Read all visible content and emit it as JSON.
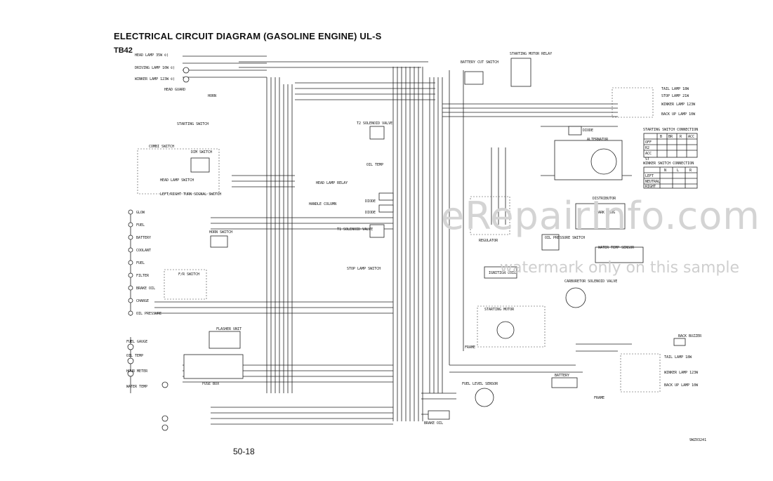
{
  "header": {
    "title": "ELECTRICAL CIRCUIT DIAGRAM (GASOLINE ENGINE) UL-S",
    "subtitle": "TB42"
  },
  "footer": {
    "page": "50-18",
    "doc_id": "9WZ03241"
  },
  "watermark": {
    "brand": "eRepairInfo.com",
    "note": "watermark only on this sample"
  },
  "left_components": [
    {
      "label": "HEAD LAMP 35W ©)"
    },
    {
      "label": "DRIVING LAMP 10W ©)"
    },
    {
      "label": "WINKER LAMP 123W ©)"
    },
    {
      "label": "HEAD GUARD"
    },
    {
      "label": "HORN"
    },
    {
      "label": "STARTING SWITCH"
    },
    {
      "label": "COMBI SWITCH"
    },
    {
      "label": "DIM SWITCH"
    },
    {
      "label": "HEAD LAMP SWITCH"
    },
    {
      "label": "LEFT/RIGHT TURN SIGNAL SWITCH"
    },
    {
      "label": "HEAD LAMP RELAY"
    },
    {
      "label": "HANDLE COLUMN"
    },
    {
      "label": "FLASHER UNIT"
    },
    {
      "label": "FUSE BOX"
    },
    {
      "label": "FUEL GAUGE"
    },
    {
      "label": "OIL TEMP"
    },
    {
      "label": "HOUR METER"
    },
    {
      "label": "WATER TEMP"
    }
  ],
  "indicators": [
    {
      "label": "GLOW"
    },
    {
      "label": "FUEL"
    },
    {
      "label": "BATTERY"
    },
    {
      "label": "COOLANT"
    },
    {
      "label": "FUEL"
    },
    {
      "label": "FILTER"
    },
    {
      "label": "BRAKE OIL"
    },
    {
      "label": "CHARGE"
    },
    {
      "label": "OIL PRESSURE"
    }
  ],
  "center_components": [
    {
      "label": "T2 SOLENOID VALVE"
    },
    {
      "label": "OIL TEMP"
    },
    {
      "label": "DIODE"
    },
    {
      "label": "DIODE"
    },
    {
      "label": "T1 SOLENOID VALVE"
    },
    {
      "label": "HORN SWITCH"
    },
    {
      "label": "F/R SWITCH"
    },
    {
      "label": "STOP LAMP SWITCH"
    },
    {
      "label": "FUEL LEVEL SENSOR"
    },
    {
      "label": "BRAKE OIL"
    }
  ],
  "right_components": [
    {
      "label": "BATTERY CUT SWITCH"
    },
    {
      "label": "STARTING MOTOR RELAY"
    },
    {
      "label": "TAIL LAMP 18W"
    },
    {
      "label": "STOP LAMP 21W"
    },
    {
      "label": "WINKER LAMP 123W"
    },
    {
      "label": "BACK UP LAMP 10W"
    },
    {
      "label": "DIODE"
    },
    {
      "label": "ALTERNATOR"
    },
    {
      "label": "DISTRIBUTOR"
    },
    {
      "label": "SPARK PLUG"
    },
    {
      "label": "REGULATOR"
    },
    {
      "label": "OIL PRESSURE SWITCH"
    },
    {
      "label": "WATER TEMP SENSOR"
    },
    {
      "label": "IGNITION COIL"
    },
    {
      "label": "CARBURETOR SOLENOID VALVE"
    },
    {
      "label": "STARTING MOTOR"
    },
    {
      "label": "FRAME"
    },
    {
      "label": "BATTERY"
    },
    {
      "label": "FRAME"
    },
    {
      "label": "BACK BUZZER"
    },
    {
      "label": "TAIL LAMP 18W"
    },
    {
      "label": "WINKER LAMP 123W"
    },
    {
      "label": "BACK UP LAMP 10W"
    }
  ],
  "starting_switch_connection": {
    "title": "STARTING SWITCH CONNECTION",
    "columns": [
      "B",
      "BR",
      "R",
      "ACC"
    ],
    "rows": [
      "OFF",
      "R2",
      "ACC",
      "ST"
    ]
  },
  "winker_switch_connection": {
    "title": "WINKER SWITCH CONNECTION",
    "columns": [
      "N",
      "L",
      "R"
    ],
    "rows": [
      "LEFT",
      "NEUTRAL",
      "RIGHT"
    ]
  }
}
